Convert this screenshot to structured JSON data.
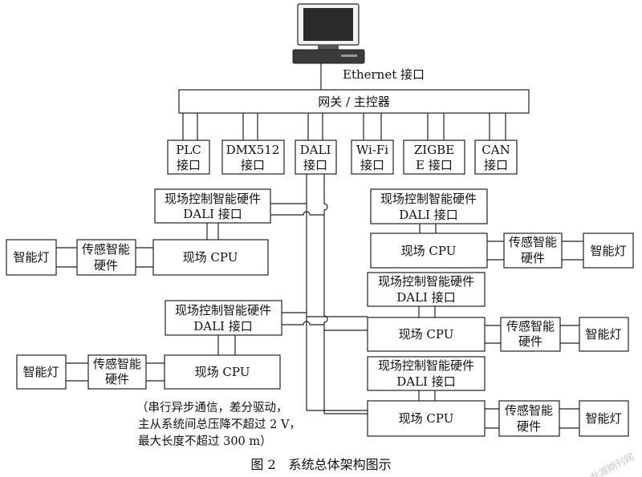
{
  "computer": {
    "ethernet_label": "Ethernet 接口"
  },
  "gateway": {
    "label": "网关 / 主控器"
  },
  "interfaces": [
    {
      "line1": "PLC",
      "line2": "接口"
    },
    {
      "line1": "DMX512",
      "line2": "接口"
    },
    {
      "line1": "DALI",
      "line2": "接口"
    },
    {
      "line1": "Wi-Fi",
      "line2": "接口"
    },
    {
      "line1": "ZIGBE",
      "line2": "E 接口"
    },
    {
      "line1": "CAN",
      "line2": "接口"
    }
  ],
  "node_labels": {
    "hw_line1": "现场控制智能硬件",
    "hw_line2": "DALI 接口",
    "cpu": "现场 CPU",
    "sensor_line1": "传感智能",
    "sensor_line2": "硬件",
    "lamp": "智能灯"
  },
  "note": {
    "line1": "（串行异步通信，差分驱动，",
    "line2": "主从系统间总压降不超过 2 V，",
    "line3": "最大长度不超过 300 m）"
  },
  "caption": "图 2　系统总体架构图示",
  "watermark": "龙源期刊网"
}
